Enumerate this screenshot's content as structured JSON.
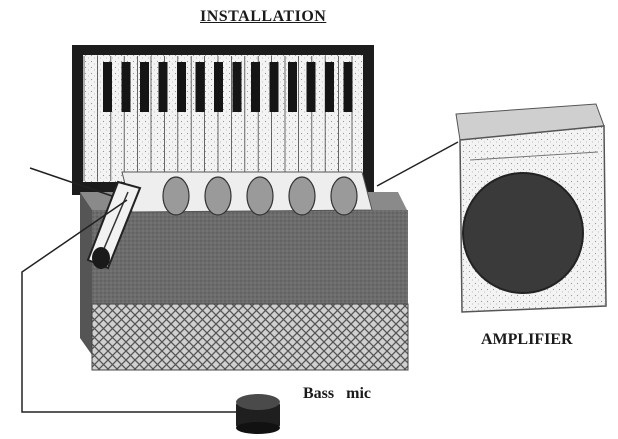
{
  "title": "INSTALLATION",
  "labels": {
    "amplifier": "AMPLIFIER",
    "bass_mic": "Bass mic"
  },
  "colors": {
    "ink": "#1a1a1a",
    "case": "#6e6e6e",
    "speaker_cone": "#3a3a3a",
    "amp_body": "#e4e4e4"
  },
  "components": {
    "treble_mics": 5,
    "keyboard_black_keys": 14
  }
}
